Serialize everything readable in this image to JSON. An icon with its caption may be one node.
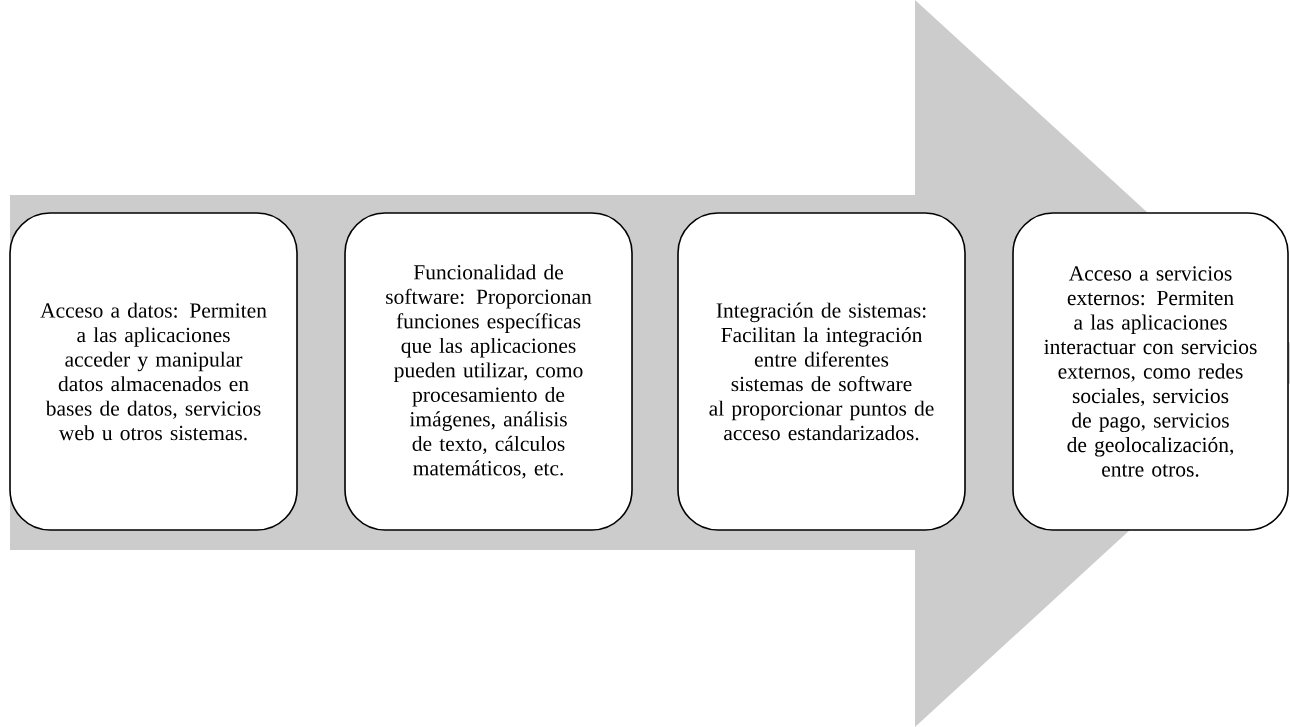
{
  "diagram": {
    "nodes": [
      {
        "text": [
          "Acceso a datos: Permiten a las aplicaciones acceder y manipular datos almacenados en bases de datos, servicios web u otros sistemas."
        ]
      },
      {
        "text": [
          "Funcionalidad de software: Proporcionan funciones específicas que las aplicaciones pueden utilizar, como procesamiento de imágenes, análisis de texto, cálculos matemáticos, etc."
        ]
      },
      {
        "text": [
          "Integración de sistemas: Facilitan la integración entre diferentes sistemas de software al proporcionar puntos de acceso estandarizados."
        ]
      },
      {
        "text": [
          "Acceso a servicios externos: Permiten a las aplicaciones interactuar con servicios externos, como redes sociales, servicios de pago, servicios de geolocalización, entre otros."
        ]
      }
    ],
    "edges": [
      {
        "from": 0,
        "to": 3,
        "arrow": "to"
      }
    ]
  }
}
